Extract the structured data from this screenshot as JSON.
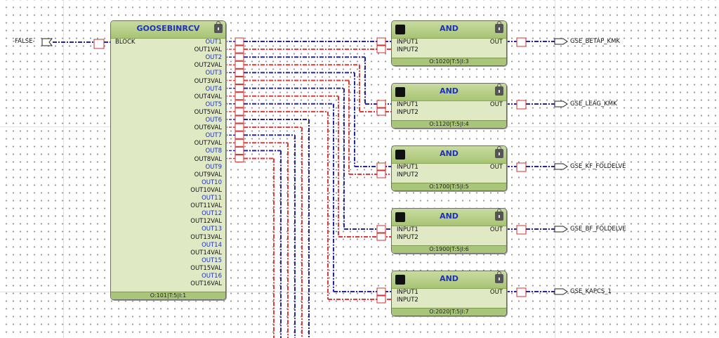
{
  "input_tag": "FALSE",
  "goose_block": {
    "title": "GOOSEBINRCV",
    "input": "BLOCK",
    "outputs": [
      "OUT1",
      "OUT1VAL",
      "OUT2",
      "OUT2VAL",
      "OUT3",
      "OUT3VAL",
      "OUT4",
      "OUT4VAL",
      "OUT5",
      "OUT5VAL",
      "OUT6",
      "OUT6VAL",
      "OUT7",
      "OUT7VAL",
      "OUT8",
      "OUT8VAL",
      "OUT9",
      "OUT9VAL",
      "OUT10",
      "OUT10VAL",
      "OUT11",
      "OUT11VAL",
      "OUT12",
      "OUT12VAL",
      "OUT13",
      "OUT13VAL",
      "OUT14",
      "OUT14VAL",
      "OUT15",
      "OUT15VAL",
      "OUT16",
      "OUT16VAL"
    ],
    "footer": "O:101|T:5|I:1"
  },
  "and_blocks": [
    {
      "title": "AND",
      "in1": "INPUT1",
      "in2": "INPUT2",
      "out": "OUT",
      "footer": "O:1020|T:5|I:3",
      "output_tag": "GSE_BETÁP_KMK"
    },
    {
      "title": "AND",
      "in1": "INPUT1",
      "in2": "INPUT2",
      "out": "OUT",
      "footer": "O:1120|T:5|I:4",
      "output_tag": "GSE_LEÁG_KMK"
    },
    {
      "title": "AND",
      "in1": "INPUT1",
      "in2": "INPUT2",
      "out": "OUT",
      "footer": "O:1700|T:5|I:5",
      "output_tag": "GSE_KF_FÖLDELVE"
    },
    {
      "title": "AND",
      "in1": "INPUT1",
      "in2": "INPUT2",
      "out": "OUT",
      "footer": "O:1900|T:5|I:6",
      "output_tag": "GSE_BF_FÖLDELVE"
    },
    {
      "title": "AND",
      "in1": "INPUT1",
      "in2": "INPUT2",
      "out": "OUT",
      "footer": "O:2020|T:5|I:7",
      "output_tag": "GSE_KAPCS_1"
    }
  ],
  "colors": {
    "bool_wire": "#2424a8",
    "value_wire": "#e03a3a",
    "block_fill": "#dfe9c4",
    "block_head": "#b5cd86",
    "title_text": "#1f2fbf"
  }
}
